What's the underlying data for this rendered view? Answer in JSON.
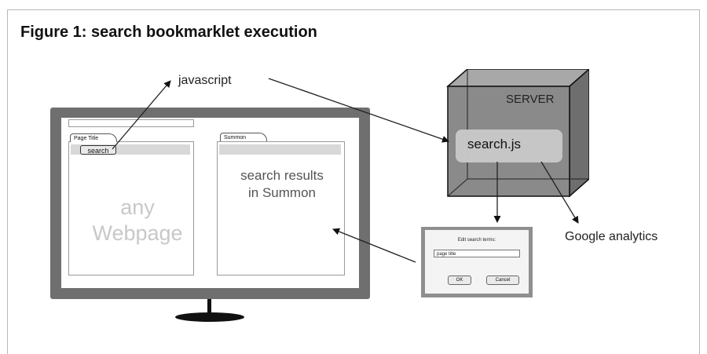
{
  "figure": {
    "title": "Figure 1: search bookmarklet execution"
  },
  "labels": {
    "javascript": "javascript",
    "google_analytics": "Google analytics"
  },
  "webpage": {
    "left_tab": "Page Title",
    "search_button": "search",
    "content_line1": "any",
    "content_line2": "Webpage",
    "right_tab": "Summon",
    "results_line1": "search results",
    "results_line2": "in Summon"
  },
  "server": {
    "label": "SERVER",
    "script": "search.js"
  },
  "dialog": {
    "prompt": "Edit search terms:",
    "input_value": "page title",
    "ok_label": "OK",
    "cancel_label": "Cancel"
  },
  "colors": {
    "monitor": "#6f6f6f",
    "server_front": "#8a8a8a",
    "server_top": "#a8a8a8",
    "faded_text": "#c8c8c8"
  }
}
